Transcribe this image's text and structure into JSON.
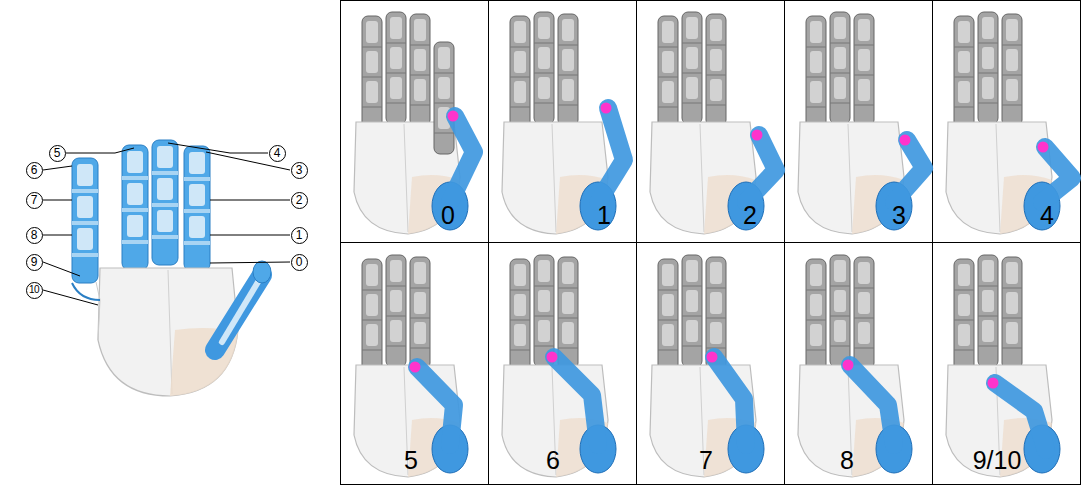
{
  "diagram": {
    "labels": [
      "5",
      "6",
      "7",
      "8",
      "9",
      "10",
      "4",
      "3",
      "2",
      "1",
      "0",
      "0",
      "1",
      "2",
      "3",
      "4",
      "5",
      "6",
      "7",
      "8",
      "9/10"
    ]
  }
}
